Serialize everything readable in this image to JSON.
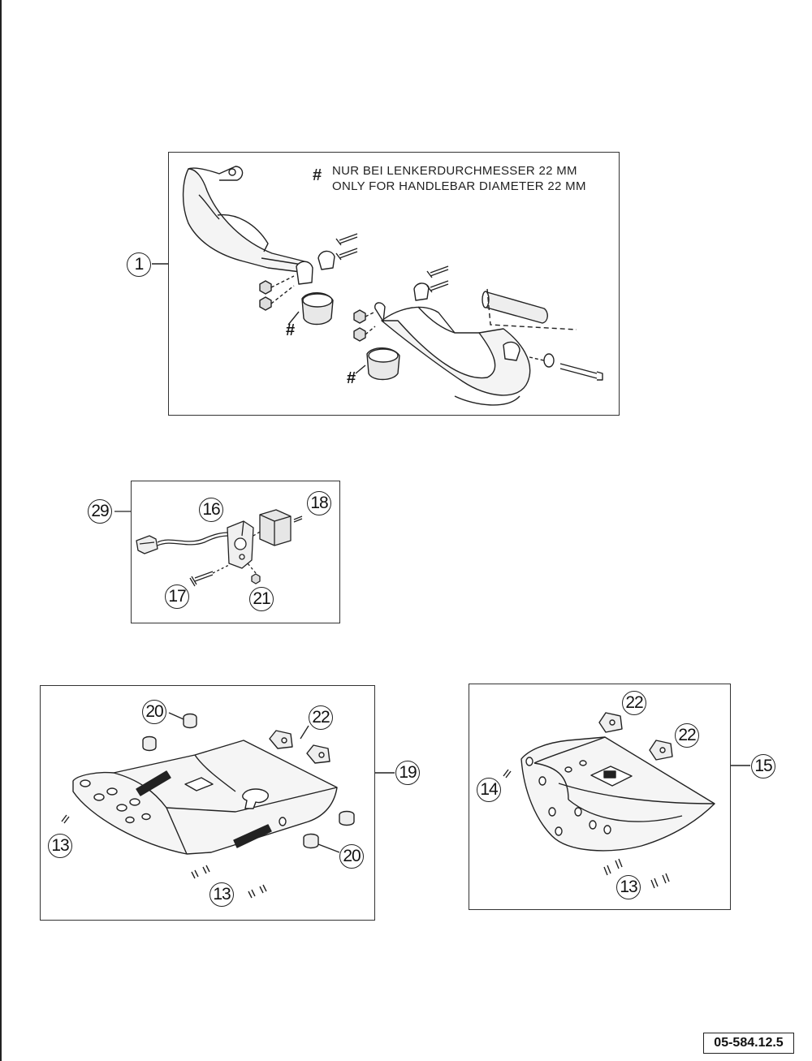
{
  "handguard_panel": {
    "note_marker": "#",
    "note_line_de": "NUR BEI LENKERDURCHMESSER 22 MM",
    "note_line_en": "ONLY FOR HANDLEBAR DIAMETER 22 MM",
    "callout_main": "1",
    "hash_marker_left": "#",
    "hash_marker_right": "#"
  },
  "sensor_panel": {
    "callout_assembly": "29",
    "callout_bracket": "16",
    "callout_block": "18",
    "callout_screw": "17",
    "callout_nut": "21"
  },
  "skid_plate_panel": {
    "callout_plate": "19",
    "callout_bumper_top": "20",
    "callout_bumper_bottom": "20",
    "callout_spacer": "22",
    "callout_bolt_left": "13",
    "callout_bolt_bottom": "13"
  },
  "engine_guard_panel": {
    "callout_guard": "15",
    "callout_spacer_top": "22",
    "callout_spacer_right": "22",
    "callout_screw": "14",
    "callout_bolts": "13"
  },
  "document_number": "05-584.12.5"
}
